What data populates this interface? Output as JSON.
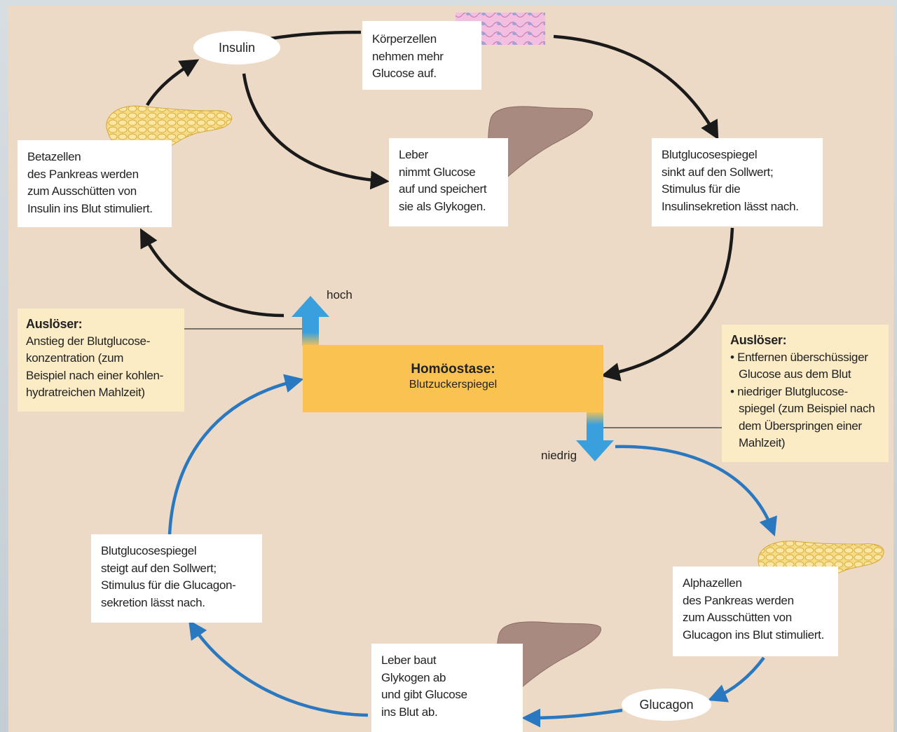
{
  "homeostasis": {
    "title": "Homöostase:",
    "subtitle": "Blutzuckerspiegel"
  },
  "levels": {
    "high": "hoch",
    "low": "niedrig"
  },
  "hormones": {
    "insulin": "Insulin",
    "glucagon": "Glucagon"
  },
  "trigger_high": {
    "heading": "Auslöser:",
    "lines": [
      "Anstieg der Blutglucose-",
      "konzentration (zum",
      "Beispiel nach einer kohlen-",
      "hydratreichen Mahlzeit)"
    ]
  },
  "trigger_low": {
    "heading": "Auslöser:",
    "lines": [
      "• Entfernen überschüssiger",
      "Glucose aus dem Blut",
      "• niedriger Blutglucose-",
      "spiegel (zum Beispiel nach",
      "dem Überspringen einer",
      "Mahlzeit)"
    ]
  },
  "boxes": {
    "beta_cells": [
      "Betazellen",
      "des Pankreas werden",
      "zum Ausschütten von",
      "Insulin ins Blut stimuliert."
    ],
    "body_cells": [
      "Körperzellen",
      "nehmen mehr",
      "Glucose auf."
    ],
    "liver_store": [
      "Leber",
      "nimmt Glucose",
      "auf und speichert",
      "sie als Glykogen."
    ],
    "glucose_sinks": [
      "Blutglucosespiegel",
      "sinkt auf den Sollwert;",
      "Stimulus für die",
      "Insulinsekretion lässt nach."
    ],
    "glucose_rises": [
      "Blutglucosespiegel",
      "steigt auf den Sollwert;",
      "Stimulus für die Glucagon-",
      "sekretion lässt nach."
    ],
    "alpha_cells": [
      "Alphazellen",
      "des Pankreas werden",
      "zum Ausschütten von",
      "Glucagon ins Blut stimuliert."
    ],
    "liver_release": [
      "Leber baut",
      "Glykogen ab",
      "und gibt Glucose",
      "ins Blut ab."
    ]
  },
  "colors": {
    "background": "#ecdac6",
    "homeostasis": "#f9c251",
    "trigger": "#fbecc6",
    "insulin_arrow": "#1a1a1a",
    "glucagon_arrow": "#2a78c0",
    "pancreas": "#f5d57a",
    "liver": "#a98a80"
  },
  "icons": [
    "pancreas-icon",
    "liver-icon",
    "body-cells-icon"
  ]
}
